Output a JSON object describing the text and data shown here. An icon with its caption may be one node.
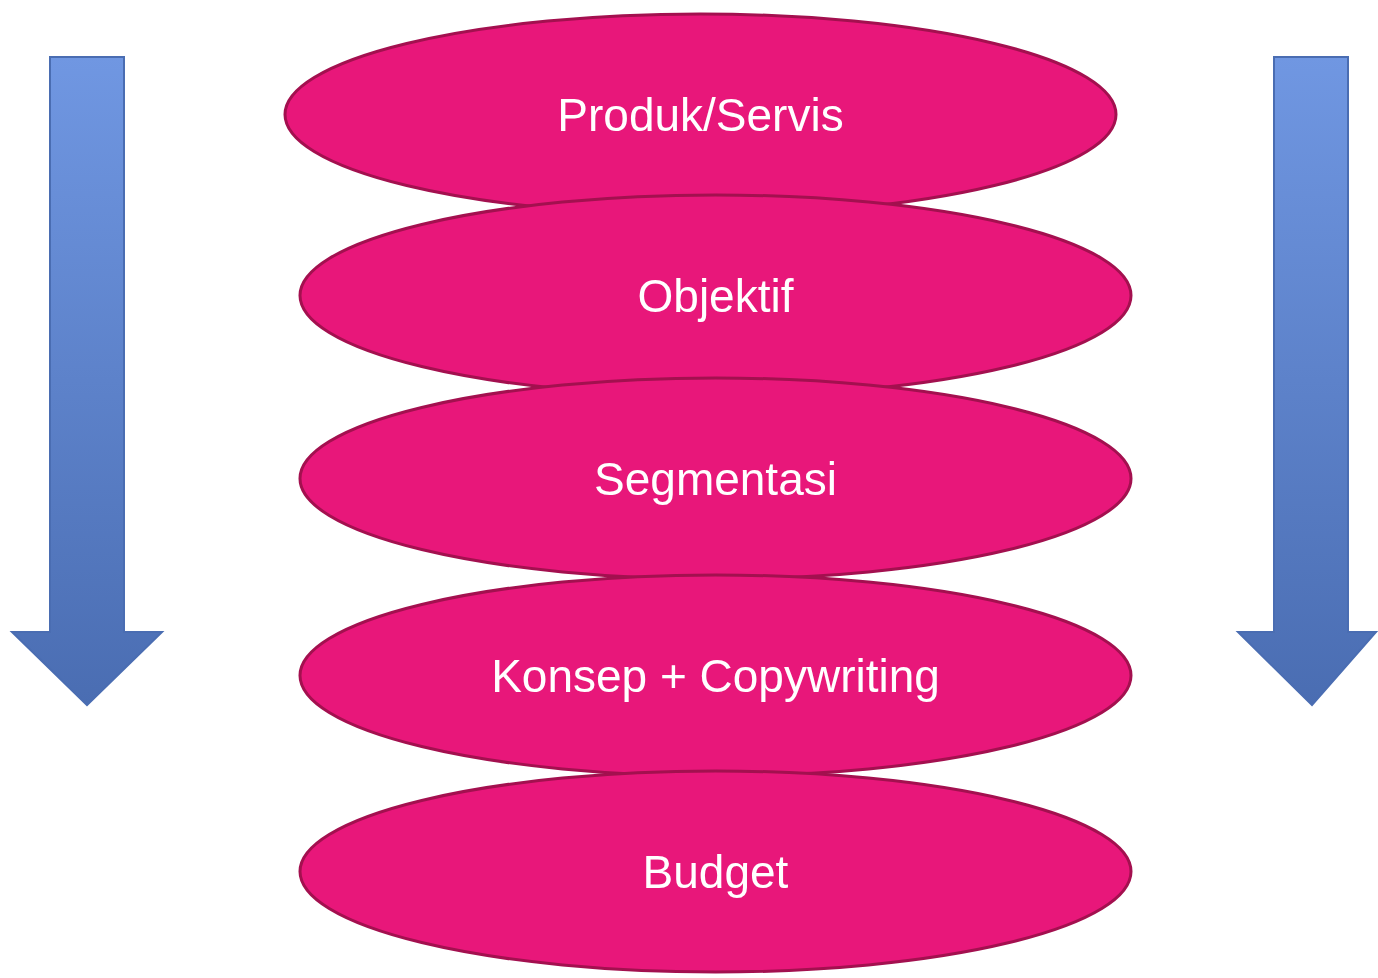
{
  "diagram": {
    "nodes": [
      {
        "text": [
          "Produk/Servis"
        ]
      },
      {
        "text": [
          "Objektif"
        ]
      },
      {
        "text": [
          "Segmentasi"
        ]
      },
      {
        "text": [
          "Konsep + Copywriting"
        ]
      },
      {
        "text": [
          "Budget"
        ]
      }
    ]
  }
}
